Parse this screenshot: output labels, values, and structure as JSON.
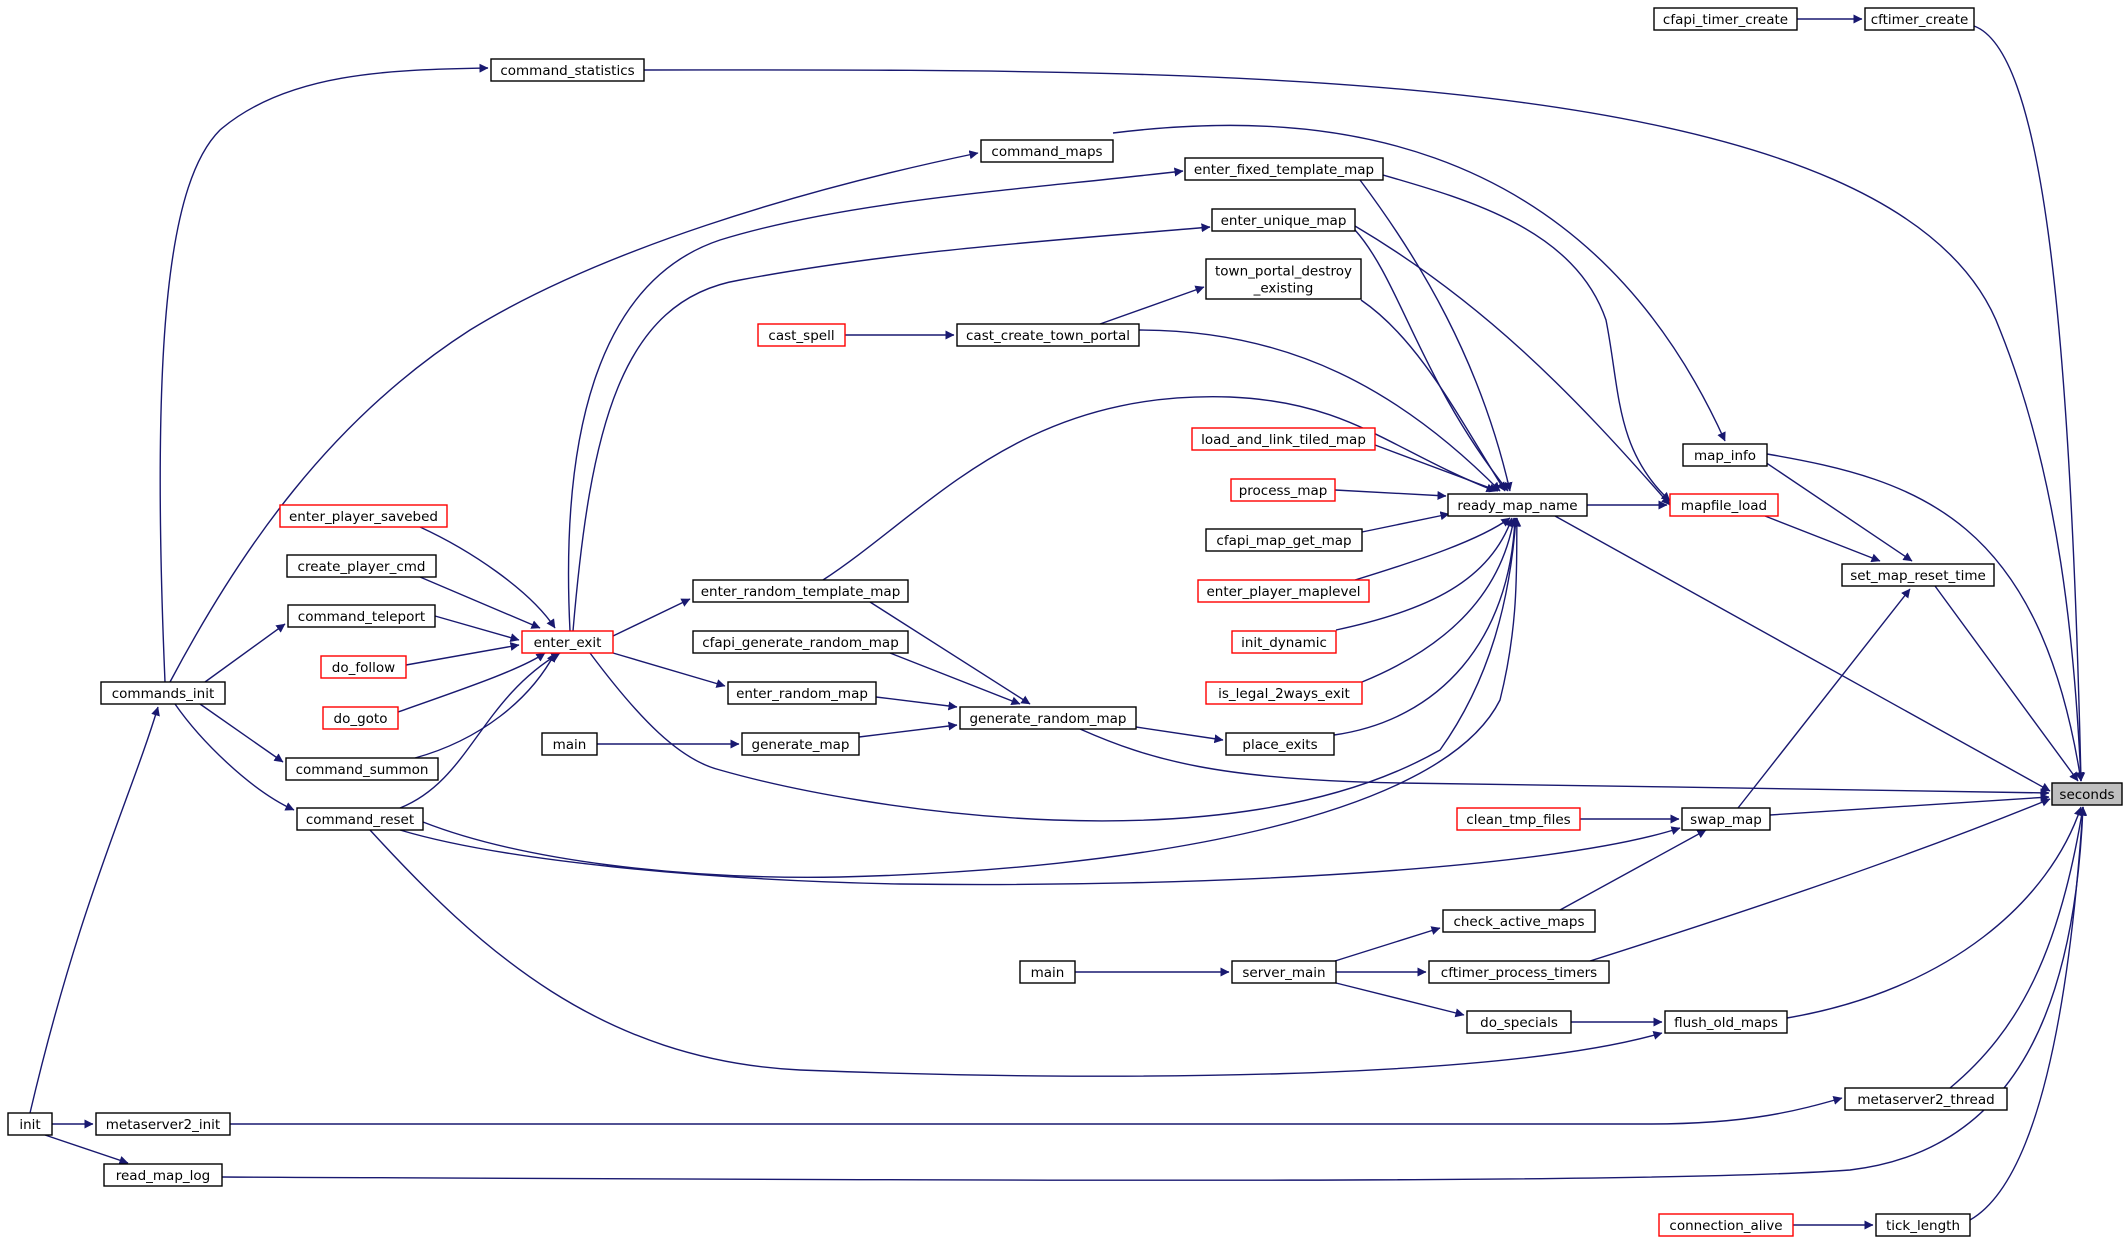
{
  "colors": {
    "edge": "#191970",
    "arrow": "#191970",
    "border_normal": "#000000",
    "border_red": "#ff0000",
    "focus_fill": "#bfbfbf",
    "node_fill": "#ffffff"
  },
  "nodes": [
    {
      "id": "cfapi_timer_create",
      "label": "cfapi_timer_create",
      "style": "normal"
    },
    {
      "id": "cftimer_create",
      "label": "cftimer_create",
      "style": "normal"
    },
    {
      "id": "command_statistics",
      "label": "command_statistics",
      "style": "normal"
    },
    {
      "id": "command_maps",
      "label": "command_maps",
      "style": "normal"
    },
    {
      "id": "enter_fixed_template_map",
      "label": "enter_fixed_template_map",
      "style": "normal"
    },
    {
      "id": "enter_unique_map",
      "label": "enter_unique_map",
      "style": "normal"
    },
    {
      "id": "town_portal_destroy_existing",
      "label": "town_portal_destroy\n_existing",
      "style": "normal"
    },
    {
      "id": "cast_spell",
      "label": "cast_spell",
      "style": "red"
    },
    {
      "id": "cast_create_town_portal",
      "label": "cast_create_town_portal",
      "style": "normal"
    },
    {
      "id": "load_and_link_tiled_map",
      "label": "load_and_link_tiled_map",
      "style": "red"
    },
    {
      "id": "map_info",
      "label": "map_info",
      "style": "normal"
    },
    {
      "id": "process_map",
      "label": "process_map",
      "style": "red"
    },
    {
      "id": "ready_map_name",
      "label": "ready_map_name",
      "style": "normal"
    },
    {
      "id": "mapfile_load",
      "label": "mapfile_load",
      "style": "red"
    },
    {
      "id": "enter_player_savebed",
      "label": "enter_player_savebed",
      "style": "red"
    },
    {
      "id": "cfapi_map_get_map",
      "label": "cfapi_map_get_map",
      "style": "normal"
    },
    {
      "id": "create_player_cmd",
      "label": "create_player_cmd",
      "style": "normal"
    },
    {
      "id": "set_map_reset_time",
      "label": "set_map_reset_time",
      "style": "normal"
    },
    {
      "id": "enter_random_template_map",
      "label": "enter_random_template_map",
      "style": "normal"
    },
    {
      "id": "enter_player_maplevel",
      "label": "enter_player_maplevel",
      "style": "red"
    },
    {
      "id": "command_teleport",
      "label": "command_teleport",
      "style": "normal"
    },
    {
      "id": "enter_exit",
      "label": "enter_exit",
      "style": "red"
    },
    {
      "id": "init_dynamic",
      "label": "init_dynamic",
      "style": "red"
    },
    {
      "id": "cfapi_generate_random_map",
      "label": "cfapi_generate_random_map",
      "style": "normal"
    },
    {
      "id": "do_follow",
      "label": "do_follow",
      "style": "red"
    },
    {
      "id": "commands_init",
      "label": "commands_init",
      "style": "normal"
    },
    {
      "id": "enter_random_map",
      "label": "enter_random_map",
      "style": "normal"
    },
    {
      "id": "is_legal_2ways_exit",
      "label": "is_legal_2ways_exit",
      "style": "red"
    },
    {
      "id": "do_goto",
      "label": "do_goto",
      "style": "red"
    },
    {
      "id": "generate_random_map",
      "label": "generate_random_map",
      "style": "normal"
    },
    {
      "id": "main1",
      "label": "main",
      "style": "normal"
    },
    {
      "id": "generate_map",
      "label": "generate_map",
      "style": "normal"
    },
    {
      "id": "place_exits",
      "label": "place_exits",
      "style": "normal"
    },
    {
      "id": "command_summon",
      "label": "command_summon",
      "style": "normal"
    },
    {
      "id": "seconds",
      "label": "seconds",
      "style": "focus"
    },
    {
      "id": "command_reset",
      "label": "command_reset",
      "style": "normal"
    },
    {
      "id": "clean_tmp_files",
      "label": "clean_tmp_files",
      "style": "red"
    },
    {
      "id": "swap_map",
      "label": "swap_map",
      "style": "normal"
    },
    {
      "id": "check_active_maps",
      "label": "check_active_maps",
      "style": "normal"
    },
    {
      "id": "main2",
      "label": "main",
      "style": "normal"
    },
    {
      "id": "server_main",
      "label": "server_main",
      "style": "normal"
    },
    {
      "id": "cftimer_process_timers",
      "label": "cftimer_process_timers",
      "style": "normal"
    },
    {
      "id": "do_specials",
      "label": "do_specials",
      "style": "normal"
    },
    {
      "id": "flush_old_maps",
      "label": "flush_old_maps",
      "style": "normal"
    },
    {
      "id": "metaserver2_thread",
      "label": "metaserver2_thread",
      "style": "normal"
    },
    {
      "id": "init",
      "label": "init",
      "style": "normal"
    },
    {
      "id": "metaserver2_init",
      "label": "metaserver2_init",
      "style": "normal"
    },
    {
      "id": "read_map_log",
      "label": "read_map_log",
      "style": "normal"
    },
    {
      "id": "connection_alive",
      "label": "connection_alive",
      "style": "red"
    },
    {
      "id": "tick_length",
      "label": "tick_length",
      "style": "normal"
    }
  ],
  "edges": [
    {
      "from": "cfapi_timer_create",
      "to": "cftimer_create"
    },
    {
      "from": "cftimer_create",
      "to": "seconds"
    },
    {
      "from": "command_statistics",
      "to": "seconds"
    },
    {
      "from": "command_maps",
      "to": "map_info"
    },
    {
      "from": "enter_fixed_template_map",
      "to": "mapfile_load"
    },
    {
      "from": "enter_fixed_template_map",
      "to": "ready_map_name"
    },
    {
      "from": "enter_unique_map",
      "to": "mapfile_load"
    },
    {
      "from": "enter_unique_map",
      "to": "ready_map_name"
    },
    {
      "from": "town_portal_destroy_existing",
      "to": "ready_map_name"
    },
    {
      "from": "cast_spell",
      "to": "cast_create_town_portal"
    },
    {
      "from": "cast_create_town_portal",
      "to": "town_portal_destroy_existing"
    },
    {
      "from": "cast_create_town_portal",
      "to": "ready_map_name"
    },
    {
      "from": "load_and_link_tiled_map",
      "to": "ready_map_name"
    },
    {
      "from": "process_map",
      "to": "ready_map_name"
    },
    {
      "from": "cfapi_map_get_map",
      "to": "ready_map_name"
    },
    {
      "from": "enter_player_maplevel",
      "to": "ready_map_name"
    },
    {
      "from": "init_dynamic",
      "to": "ready_map_name"
    },
    {
      "from": "is_legal_2ways_exit",
      "to": "ready_map_name"
    },
    {
      "from": "place_exits",
      "to": "ready_map_name"
    },
    {
      "from": "enter_random_template_map",
      "to": "ready_map_name"
    },
    {
      "from": "command_reset",
      "to": "ready_map_name"
    },
    {
      "from": "ready_map_name",
      "to": "mapfile_load"
    },
    {
      "from": "ready_map_name",
      "to": "seconds"
    },
    {
      "from": "map_info",
      "to": "set_map_reset_time"
    },
    {
      "from": "map_info",
      "to": "seconds"
    },
    {
      "from": "mapfile_load",
      "to": "set_map_reset_time"
    },
    {
      "from": "set_map_reset_time",
      "to": "seconds"
    },
    {
      "from": "enter_player_savebed",
      "to": "enter_exit"
    },
    {
      "from": "create_player_cmd",
      "to": "enter_exit"
    },
    {
      "from": "command_teleport",
      "to": "enter_exit"
    },
    {
      "from": "do_follow",
      "to": "enter_exit"
    },
    {
      "from": "do_goto",
      "to": "enter_exit"
    },
    {
      "from": "command_summon",
      "to": "enter_exit"
    },
    {
      "from": "command_reset",
      "to": "enter_exit"
    },
    {
      "from": "enter_exit",
      "to": "enter_fixed_template_map"
    },
    {
      "from": "enter_exit",
      "to": "enter_unique_map"
    },
    {
      "from": "enter_exit",
      "to": "enter_random_template_map"
    },
    {
      "from": "enter_exit",
      "to": "enter_random_map"
    },
    {
      "from": "enter_exit",
      "to": "ready_map_name"
    },
    {
      "from": "commands_init",
      "to": "command_statistics"
    },
    {
      "from": "commands_init",
      "to": "command_maps"
    },
    {
      "from": "commands_init",
      "to": "command_teleport"
    },
    {
      "from": "commands_init",
      "to": "command_summon"
    },
    {
      "from": "commands_init",
      "to": "command_reset"
    },
    {
      "from": "enter_random_template_map",
      "to": "generate_random_map"
    },
    {
      "from": "cfapi_generate_random_map",
      "to": "generate_random_map"
    },
    {
      "from": "enter_random_map",
      "to": "generate_random_map"
    },
    {
      "from": "main1",
      "to": "generate_map"
    },
    {
      "from": "generate_map",
      "to": "generate_random_map"
    },
    {
      "from": "generate_random_map",
      "to": "place_exits"
    },
    {
      "from": "generate_random_map",
      "to": "seconds"
    },
    {
      "from": "clean_tmp_files",
      "to": "swap_map"
    },
    {
      "from": "command_reset",
      "to": "swap_map"
    },
    {
      "from": "check_active_maps",
      "to": "swap_map"
    },
    {
      "from": "swap_map",
      "to": "set_map_reset_time"
    },
    {
      "from": "swap_map",
      "to": "seconds"
    },
    {
      "from": "server_main",
      "to": "check_active_maps"
    },
    {
      "from": "main2",
      "to": "server_main"
    },
    {
      "from": "server_main",
      "to": "cftimer_process_timers"
    },
    {
      "from": "server_main",
      "to": "do_specials"
    },
    {
      "from": "cftimer_process_timers",
      "to": "seconds"
    },
    {
      "from": "do_specials",
      "to": "flush_old_maps"
    },
    {
      "from": "command_reset",
      "to": "flush_old_maps"
    },
    {
      "from": "flush_old_maps",
      "to": "seconds"
    },
    {
      "from": "metaserver2_thread",
      "to": "seconds"
    },
    {
      "from": "init",
      "to": "commands_init"
    },
    {
      "from": "init",
      "to": "metaserver2_init"
    },
    {
      "from": "metaserver2_init",
      "to": "metaserver2_thread"
    },
    {
      "from": "init",
      "to": "read_map_log"
    },
    {
      "from": "read_map_log",
      "to": "seconds"
    },
    {
      "from": "connection_alive",
      "to": "tick_length"
    },
    {
      "from": "tick_length",
      "to": "seconds"
    }
  ]
}
